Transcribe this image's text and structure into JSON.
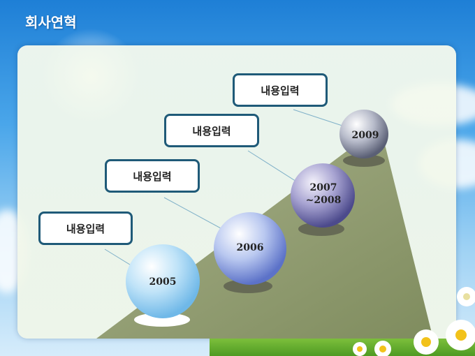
{
  "title": "회사연혁",
  "steps": [
    {
      "label": "내용입력",
      "year": "2005"
    },
    {
      "label": "내용입력",
      "year": "2006"
    },
    {
      "label": "내용입력",
      "year_line1": "2007",
      "year_line2": "~2008"
    },
    {
      "label": "내용입력",
      "year": "2009"
    }
  ],
  "colors": {
    "box_border": "#1f5a78",
    "ramp": "#8a9a6a",
    "sky": "#4aa6ea"
  }
}
